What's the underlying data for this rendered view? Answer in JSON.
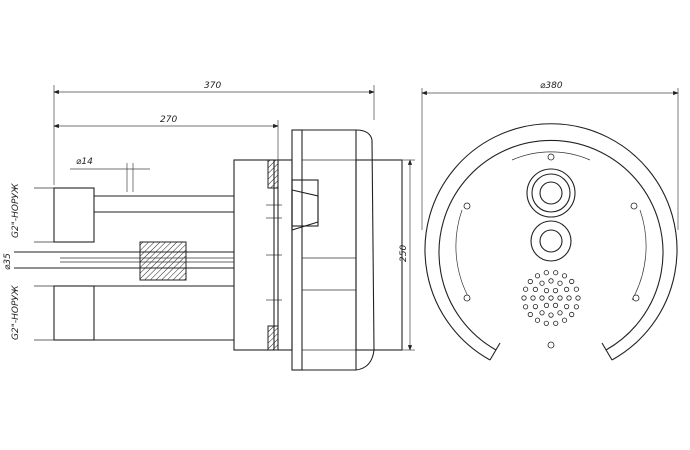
{
  "dimensions": {
    "overall_length": "370",
    "inner_length": "270",
    "small_diameter": "⌀14",
    "flange_diameter": "⌀380",
    "height": "250",
    "pipe_diameter": "⌀35",
    "thread_top": "G2\"-НОРУЖ",
    "thread_bottom": "G2\"-НОРУЖ"
  },
  "front_view": {
    "nozzle_rings": 2,
    "jet_hole_count": 37
  }
}
